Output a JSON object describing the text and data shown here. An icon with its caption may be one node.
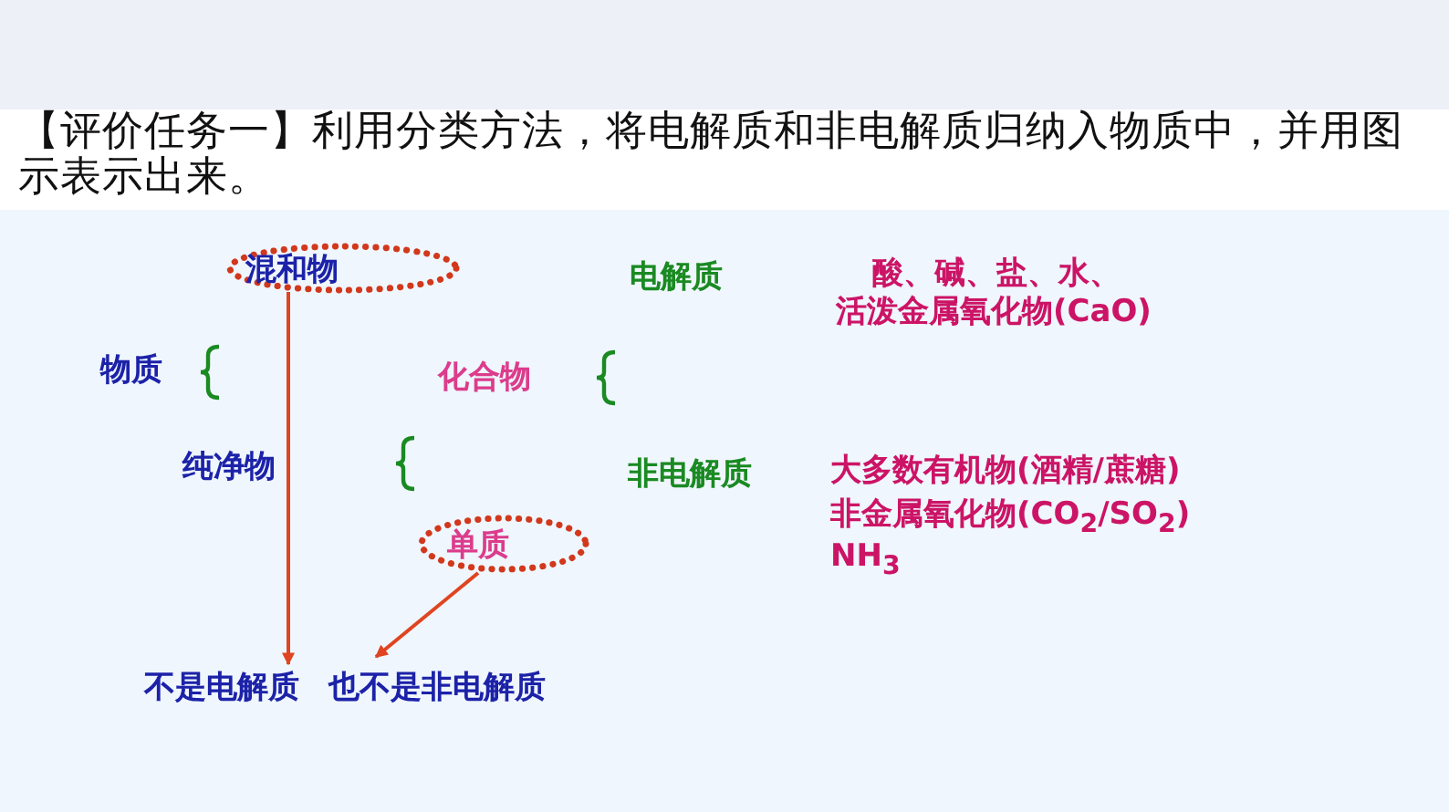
{
  "diagram": {
    "title": "【评价任务一】利用分类方法，将电解质和非电解质归纳入物质中，并用图示表示出来。",
    "nodes": [
      {
        "text": [
          "混和物"
        ]
      },
      {
        "text": [
          "单质"
        ]
      },
      {
        "text": [
          "不是电解质"
        ]
      },
      {
        "text": [
          "也不是非电解质"
        ]
      }
    ],
    "edges": [
      {
        "from": 0,
        "to": 2,
        "arrow": "to"
      },
      {
        "from": 1,
        "to": 3,
        "arrow": "to"
      }
    ],
    "labels": [
      "电解质",
      "酸、碱、盐、水、",
      "活泼金属氧化物(CaO)",
      "物质",
      "化合物",
      "纯净物",
      "非电解质",
      "大多数有机物(酒精/蔗糖)",
      "非金属氧化物(CO$_{2}$/SO$_{2}$)",
      "NH$_{3}$"
    ]
  }
}
